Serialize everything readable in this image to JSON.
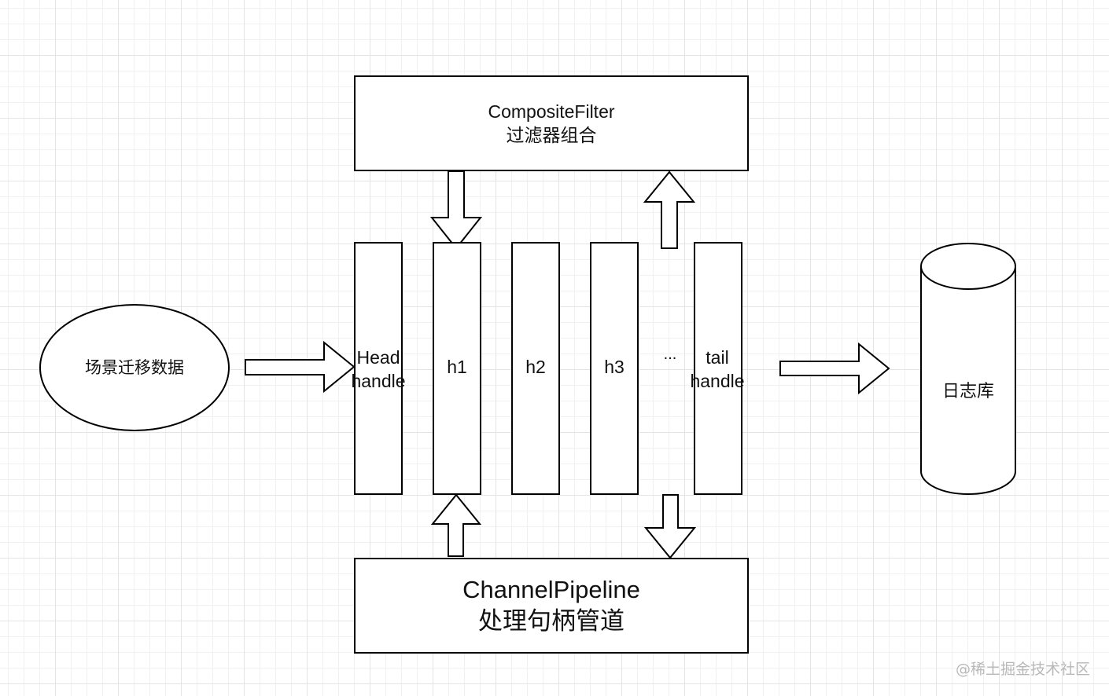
{
  "diagram": {
    "source": {
      "label": "场景迁移数据"
    },
    "composite_filter": {
      "line1": "CompositeFilter",
      "line2": "过滤器组合"
    },
    "handlers": {
      "head": {
        "line1": "Head",
        "line2": "handle"
      },
      "h1": "h1",
      "h2": "h2",
      "h3": "h3",
      "ellipsis": "...",
      "tail": {
        "line1": "tail",
        "line2": "handle"
      }
    },
    "pipeline": {
      "line1": "ChannelPipeline",
      "line2": "处理句柄管道"
    },
    "log_store": {
      "label": "日志库"
    }
  },
  "watermark": "@稀土掘金技术社区",
  "colors": {
    "stroke": "#000000",
    "fill": "#ffffff",
    "grid": "#e4e4e4"
  }
}
